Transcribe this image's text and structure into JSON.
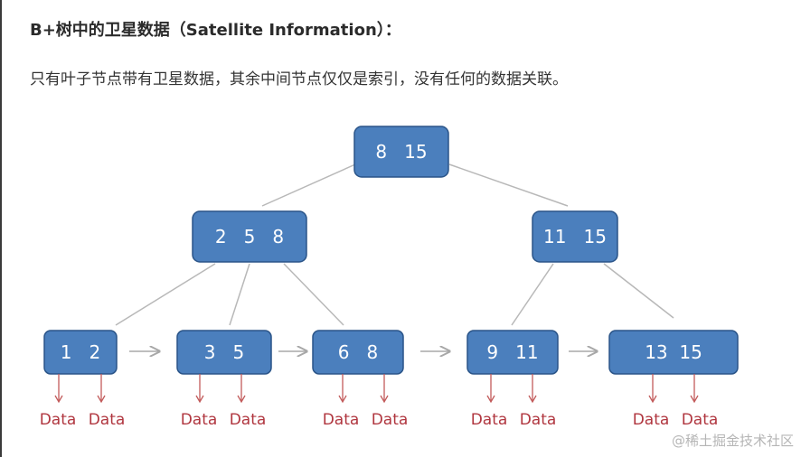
{
  "heading": "B+树中的卫星数据（Satellite Information）：",
  "description": "只有叶子节点带有卫星数据，其余中间节点仅仅是索引，没有任何的数据关联。",
  "watermark": "@稀土掘金技术社区",
  "colors": {
    "node_fill": "#4b7fbd",
    "node_border": "#2a5488",
    "data_label": "#b0363f",
    "edge": "#b8b8b8"
  },
  "tree": {
    "root": {
      "keys": "8   15"
    },
    "internal": [
      {
        "keys": "2   5   8"
      },
      {
        "keys": "11   15"
      }
    ],
    "leaves": [
      {
        "keys": "1   2",
        "data": [
          "Data",
          "Data"
        ]
      },
      {
        "keys": "3   5",
        "data": [
          "Data",
          "Data"
        ]
      },
      {
        "keys": "6   8",
        "data": [
          "Data",
          "Data"
        ]
      },
      {
        "keys": "9   11",
        "data": [
          "Data",
          "Data"
        ]
      },
      {
        "keys": "13  15",
        "data": [
          "Data",
          "Data"
        ]
      }
    ]
  }
}
